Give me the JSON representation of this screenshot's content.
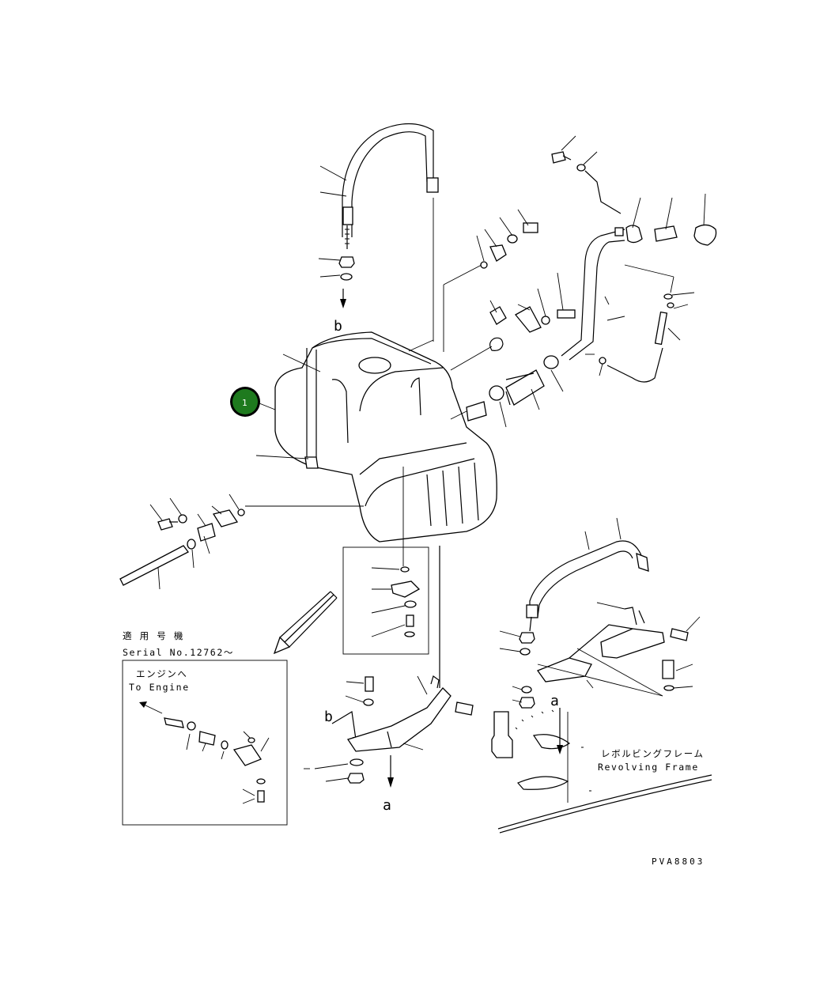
{
  "callout": {
    "number": "1",
    "color": "#1e7a1e"
  },
  "view_labels": {
    "b_top": "b",
    "b_bottom": "b",
    "a_bottom": "a",
    "a_right": "a"
  },
  "serial": {
    "jp": "適 用 号 機",
    "en": "Serial No.12762～"
  },
  "inset": {
    "jp": "エンジンへ",
    "en": "To Engine"
  },
  "revolving": {
    "jp": "レボルビングフレーム",
    "en": "Revolving Frame"
  },
  "drawing_code": "PVA8803",
  "icons": [
    "tank-icon",
    "strap-icon",
    "arrow-icon",
    "bolt-icon",
    "hose-icon"
  ]
}
